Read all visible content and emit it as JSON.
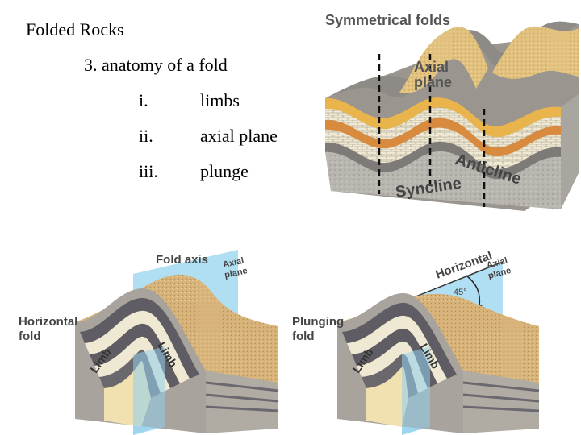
{
  "slide": {
    "title": "Folded Rocks",
    "subheading": "3. anatomy of a fold",
    "items": [
      {
        "num": "i.",
        "text": "limbs"
      },
      {
        "num": "ii.",
        "text": "axial plane"
      },
      {
        "num": "iii.",
        "text": "plunge"
      }
    ]
  },
  "symmetrical": {
    "title": "Symmetrical folds",
    "axial_line1": "Axial",
    "axial_line2": "plane",
    "anticline": "Anticline",
    "syncline": "Syncline"
  },
  "horizontal": {
    "fold_axis": "Fold axis",
    "axial_line1": "Axial",
    "axial_line2": "plane",
    "label_line1": "Horizontal",
    "label_line2": "fold",
    "limb_left": "Limb",
    "limb_right": "Limb"
  },
  "plunging": {
    "horizontal": "Horizontal",
    "angle": "45°",
    "axial_line1": "Axial",
    "axial_line2": "plane",
    "label_line1": "Plunging",
    "label_line2": "fold",
    "limb_left": "Limb",
    "limb_right": "Limb"
  },
  "colors": {
    "sand": "#e8c98a",
    "gray_layer": "#8a8a8f",
    "orange_layer": "#d88a3e",
    "plane_blue": "#8fd0ec",
    "label_gray": "#555555"
  }
}
